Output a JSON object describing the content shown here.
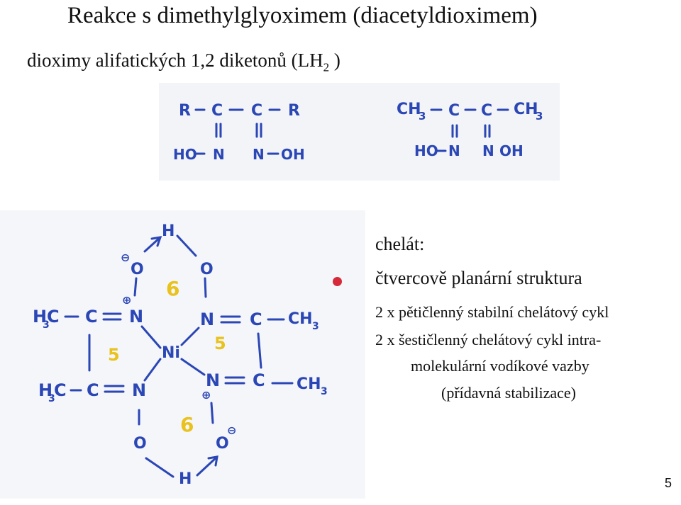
{
  "slide": {
    "title": "Reakce s dimethylglyoximem (diacetyldioximem)",
    "subtitle_main": "dioximy alifatických 1,2 diketonů (LH",
    "subtitle_sub": "2",
    "subtitle_end": " )",
    "page_number": "5"
  },
  "formulas_top": {
    "general": {
      "row1": [
        "R",
        "C",
        "C",
        "R"
      ],
      "row3": [
        "HO",
        "N",
        "N",
        "OH"
      ]
    },
    "dmg": {
      "row1_left": "CH",
      "row1_left_sub": "3",
      "row1_mid": [
        "C",
        "C"
      ],
      "row1_right": "CH",
      "row1_right_sub": "3",
      "row3": [
        "HO",
        "N",
        "N",
        "OH"
      ]
    }
  },
  "complex": {
    "labels": {
      "h_top": "H",
      "h_bottom": "H",
      "ni": "Ni",
      "n": "N",
      "c": "C",
      "o": "O",
      "ch3": "CH",
      "ch3_sub": "3",
      "h3c": "H",
      "h3c_sub": "3",
      "h3c_c": "C",
      "ring6": "6",
      "ring5": "5",
      "minus": "⊖",
      "plus": "⊕"
    }
  },
  "text": {
    "chelat": "chelát:",
    "line1": "čtvercově planární struktura",
    "line2": "2 x pětičlenný stabilní chelátový cykl",
    "line3": "2 x šestičlenný chelátový cykl intra-",
    "line4": "molekulární vodíkové vazby",
    "line5": "(přídavná stabilizace)"
  },
  "colors": {
    "ink_blue": "#2b46b5",
    "ink_red": "#c1272d",
    "ink_yellow": "#e9c21d",
    "bullet": "#d62a3a"
  }
}
